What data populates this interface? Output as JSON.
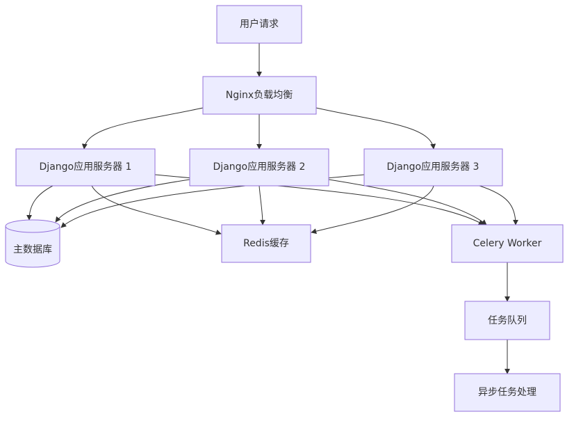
{
  "diagram": {
    "type": "flowchart",
    "direction": "top-down",
    "colors": {
      "node_fill": "#ececff",
      "node_stroke": "#9370db",
      "edge": "#333333",
      "text": "#333333"
    },
    "nodes": {
      "user_request": "用户请求",
      "nginx": "Nginx负载均衡",
      "django1": "Django应用服务器 1",
      "django2": "Django应用服务器 2",
      "django3": "Django应用服务器 3",
      "primary_db": "主数据库",
      "redis": "Redis缓存",
      "celery": "Celery Worker",
      "task_queue": "任务队列",
      "async_processing": "异步任务处理"
    },
    "edges": [
      {
        "from": "user_request",
        "to": "nginx"
      },
      {
        "from": "nginx",
        "to": "django1"
      },
      {
        "from": "nginx",
        "to": "django2"
      },
      {
        "from": "nginx",
        "to": "django3"
      },
      {
        "from": "django1",
        "to": "primary_db"
      },
      {
        "from": "django1",
        "to": "redis"
      },
      {
        "from": "django1",
        "to": "celery"
      },
      {
        "from": "django2",
        "to": "primary_db"
      },
      {
        "from": "django2",
        "to": "redis"
      },
      {
        "from": "django2",
        "to": "celery"
      },
      {
        "from": "django3",
        "to": "primary_db"
      },
      {
        "from": "django3",
        "to": "redis"
      },
      {
        "from": "django3",
        "to": "celery"
      },
      {
        "from": "celery",
        "to": "task_queue"
      },
      {
        "from": "task_queue",
        "to": "async_processing"
      }
    ]
  }
}
